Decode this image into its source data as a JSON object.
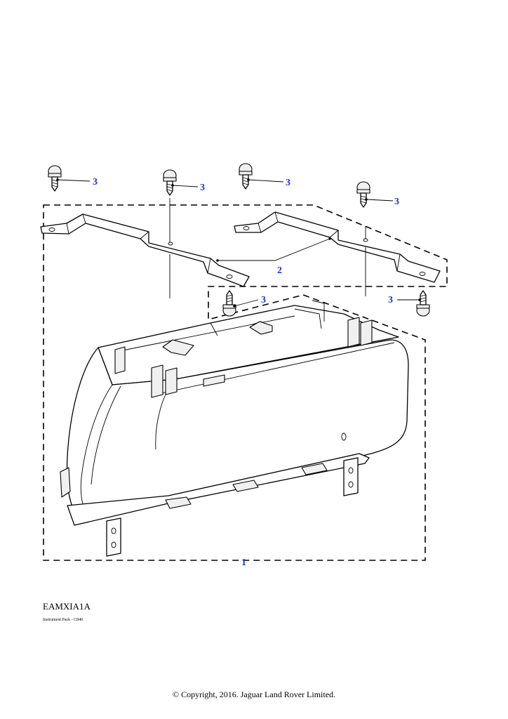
{
  "diagram": {
    "callouts": {
      "part_1": "1",
      "part_2": "2",
      "part_3": "3"
    },
    "link_color": "#1a3bd1"
  },
  "caption": {
    "code": "EAMXIA1A",
    "title": "Instrument Pack - C840"
  },
  "footer": {
    "copyright": "© Copyright, 2016. Jaguar Land Rover Limited."
  }
}
